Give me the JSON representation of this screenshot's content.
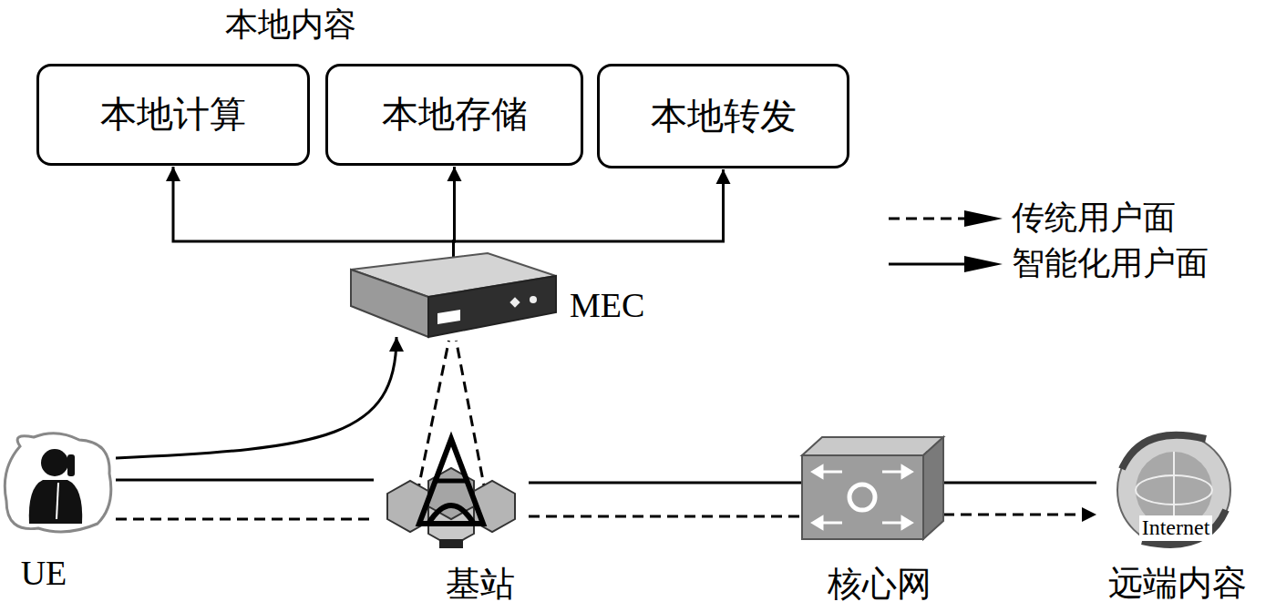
{
  "diagram": {
    "nodes": [
      {
        "text": [
          "本地计算"
        ]
      },
      {
        "text": [
          "本地存储"
        ]
      },
      {
        "text": [
          "本地转发"
        ]
      },
      {
        "text": [
          "MEC"
        ]
      },
      {
        "text": [
          "UE"
        ]
      },
      {
        "text": [
          "基站"
        ]
      },
      {
        "text": [
          "核心网"
        ]
      },
      {
        "text": [
          "Internet",
          "远端内容"
        ]
      }
    ],
    "edges": [
      {
        "from": 3,
        "to": 0,
        "arrow": "to"
      },
      {
        "from": 3,
        "to": 1,
        "arrow": "to"
      },
      {
        "from": 3,
        "to": 2,
        "arrow": "to"
      },
      {
        "from": 4,
        "to": 3,
        "arrow": "to"
      },
      {
        "from": 4,
        "to": 5,
        "arrow": "none"
      },
      {
        "from": 5,
        "to": 6,
        "arrow": "none"
      },
      {
        "from": 6,
        "to": 7,
        "arrow": "none"
      },
      {
        "from": 4,
        "to": 5,
        "arrow": "none"
      },
      {
        "from": 5,
        "to": 3,
        "arrow": "none"
      },
      {
        "from": 5,
        "to": 6,
        "arrow": "none"
      },
      {
        "from": 6,
        "to": 7,
        "arrow": "to"
      }
    ],
    "labels": [
      "本地内容"
    ],
    "legend": [
      {
        "text": "传统用户面"
      },
      {
        "text": "智能化用户面"
      }
    ]
  }
}
